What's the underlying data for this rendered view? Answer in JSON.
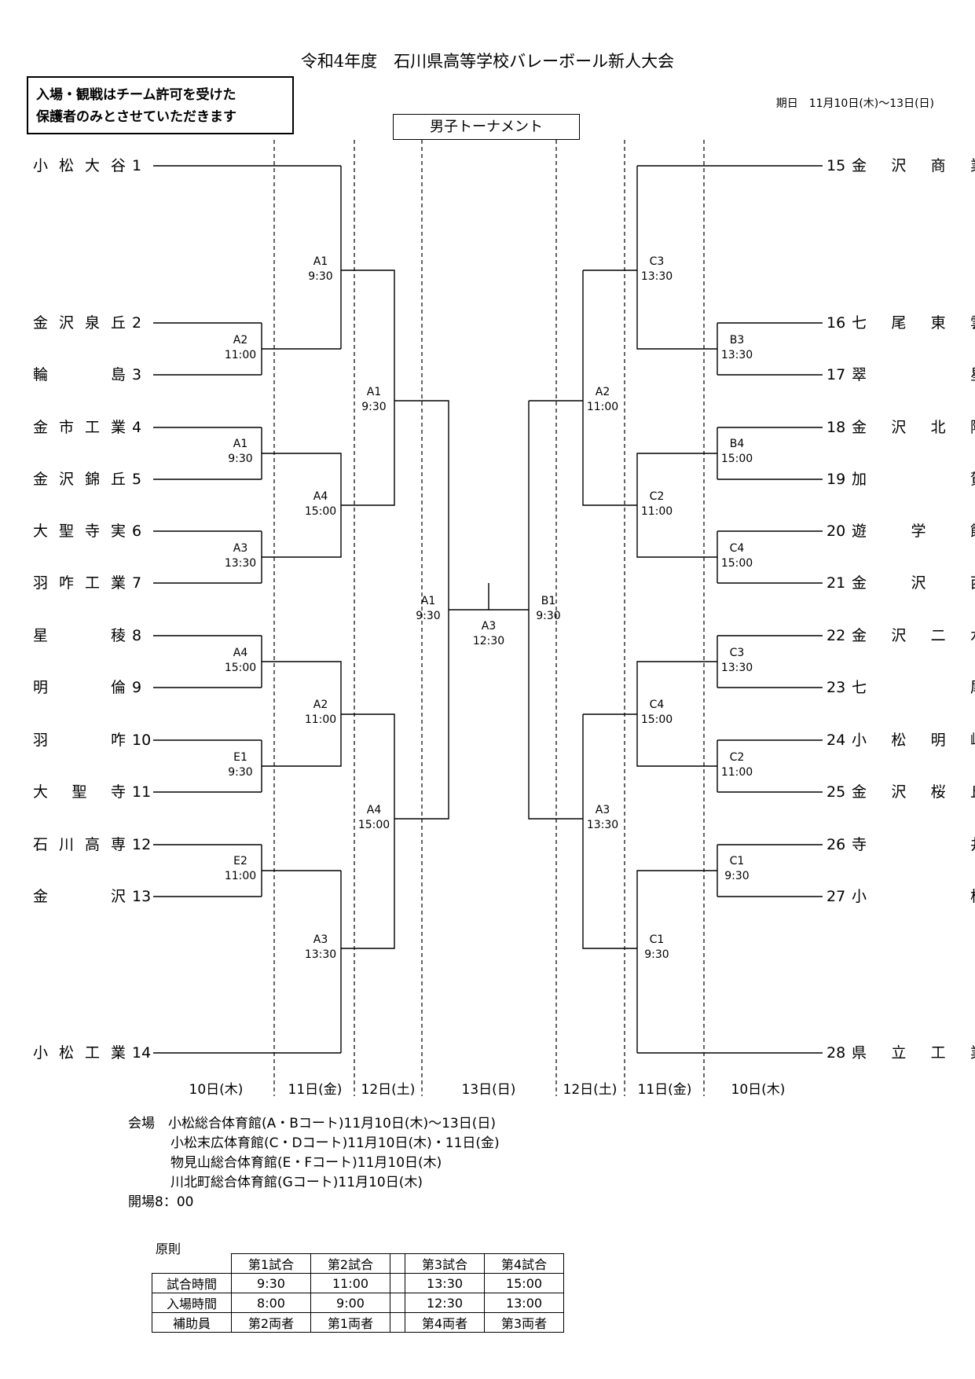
{
  "title": "令和4年度　石川県高等学校バレーボール新人大会",
  "notice": [
    "入場・観戦はチーム許可を受けた",
    "保護者のみとさせていただきます"
  ],
  "period": "期日　11月10日(木)～13日(日)",
  "tournament_label": "男子トーナメント",
  "left_teams": [
    {
      "name": "小松大谷",
      "no": "1"
    },
    {
      "name": "金沢泉丘",
      "no": "2"
    },
    {
      "name": "輪島",
      "no": "3"
    },
    {
      "name": "金市工業",
      "no": "4"
    },
    {
      "name": "金沢錦丘",
      "no": "5"
    },
    {
      "name": "大聖寺実",
      "no": "6"
    },
    {
      "name": "羽咋工業",
      "no": "7"
    },
    {
      "name": "星稜",
      "no": "8"
    },
    {
      "name": "明倫",
      "no": "9"
    },
    {
      "name": "羽咋",
      "no": "10"
    },
    {
      "name": "大聖寺",
      "no": "11"
    },
    {
      "name": "石川高専",
      "no": "12"
    },
    {
      "name": "金沢",
      "no": "13"
    },
    {
      "name": "小松工業",
      "no": "14"
    }
  ],
  "right_teams": [
    {
      "no": "15",
      "name": "金沢商業"
    },
    {
      "no": "16",
      "name": "七尾東雲"
    },
    {
      "no": "17",
      "name": "翠星"
    },
    {
      "no": "18",
      "name": "金沢北陵"
    },
    {
      "no": "19",
      "name": "加賀"
    },
    {
      "no": "20",
      "name": "遊学館"
    },
    {
      "no": "21",
      "name": "金沢西"
    },
    {
      "no": "22",
      "name": "金沢二水"
    },
    {
      "no": "23",
      "name": "七尾"
    },
    {
      "no": "24",
      "name": "小松明峰"
    },
    {
      "no": "25",
      "name": "金沢桜丘"
    },
    {
      "no": "26",
      "name": "寺井"
    },
    {
      "no": "27",
      "name": "小松"
    },
    {
      "no": "28",
      "name": "県立工業"
    }
  ],
  "matches": {
    "l_r1_a2": {
      "court": "A2",
      "time": "11:00"
    },
    "l_r1_a1": {
      "court": "A1",
      "time": "9:30"
    },
    "l_r1_a3": {
      "court": "A3",
      "time": "13:30"
    },
    "l_r1_a4": {
      "court": "A4",
      "time": "15:00"
    },
    "l_r1_e1": {
      "court": "E1",
      "time": "9:30"
    },
    "l_r1_e2": {
      "court": "E2",
      "time": "11:00"
    },
    "l_r2_a1": {
      "court": "A1",
      "time": "9:30"
    },
    "l_r2_a4": {
      "court": "A4",
      "time": "15:00"
    },
    "l_r2_a2": {
      "court": "A2",
      "time": "11:00"
    },
    "l_r2_a3": {
      "court": "A3",
      "time": "13:30"
    },
    "l_r3_a1": {
      "court": "A1",
      "time": "9:30"
    },
    "l_r3_a4": {
      "court": "A4",
      "time": "15:00"
    },
    "l_sf": {
      "court": "A1",
      "time": "9:30"
    },
    "final": {
      "court": "A3",
      "time": "12:30"
    },
    "r_sf": {
      "court": "B1",
      "time": "9:30"
    },
    "r_r3_a2": {
      "court": "A2",
      "time": "11:00"
    },
    "r_r3_a3": {
      "court": "A3",
      "time": "13:30"
    },
    "r_r2_c3": {
      "court": "C3",
      "time": "13:30"
    },
    "r_r2_c2": {
      "court": "C2",
      "time": "11:00"
    },
    "r_r2_c4": {
      "court": "C4",
      "time": "15:00"
    },
    "r_r2_c1": {
      "court": "C1",
      "time": "9:30"
    },
    "r_r1_b3": {
      "court": "B3",
      "time": "13:30"
    },
    "r_r1_b4": {
      "court": "B4",
      "time": "15:00"
    },
    "r_r1_c4": {
      "court": "C4",
      "time": "15:00"
    },
    "r_r1_c3": {
      "court": "C3",
      "time": "13:30"
    },
    "r_r1_c2": {
      "court": "C2",
      "time": "11:00"
    },
    "r_r1_c1": {
      "court": "C1",
      "time": "9:30"
    }
  },
  "day_labels": [
    "10日(木)",
    "11日(金)",
    "12日(土)",
    "13日(日)",
    "12日(土)",
    "11日(金)",
    "10日(木)"
  ],
  "venues": [
    "会場　小松総合体育館(A・Bコート)11月10日(木)～13日(日)",
    "小松末広体育館(C・Dコート)11月10日(木)・11日(金)",
    "物見山総合体育館(E・Fコート)11月10日(木)",
    "川北町総合体育館(Gコート)11月10日(木)",
    "開場8：00"
  ],
  "rules": {
    "label": "原則",
    "header": [
      "",
      "第1試合",
      "第2試合",
      "第3試合",
      "第4試合"
    ],
    "rows": [
      [
        "試合時間",
        "9:30",
        "11:00",
        "13:30",
        "15:00"
      ],
      [
        "入場時間",
        "8:00",
        "9:00",
        "12:30",
        "13:00"
      ],
      [
        "補助員",
        "第2両者",
        "第1両者",
        "第4両者",
        "第3両者"
      ]
    ]
  }
}
